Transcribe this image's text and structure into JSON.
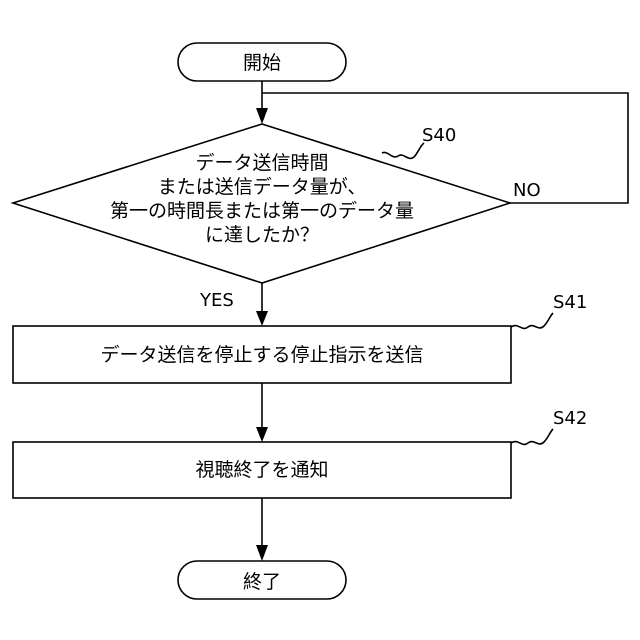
{
  "start_label": "開始",
  "decision": {
    "step": "S40",
    "lines": [
      "データ送信時間",
      "または送信データ量が、",
      "第一の時間長または第一のデータ量",
      "に達したか？"
    ],
    "no_label": "NO",
    "yes_label": "YES"
  },
  "process1": {
    "step": "S41",
    "text": "データ送信を停止する停止指示を送信"
  },
  "process2": {
    "step": "S42",
    "text": "視聴終了を通知"
  },
  "end_label": "終了"
}
